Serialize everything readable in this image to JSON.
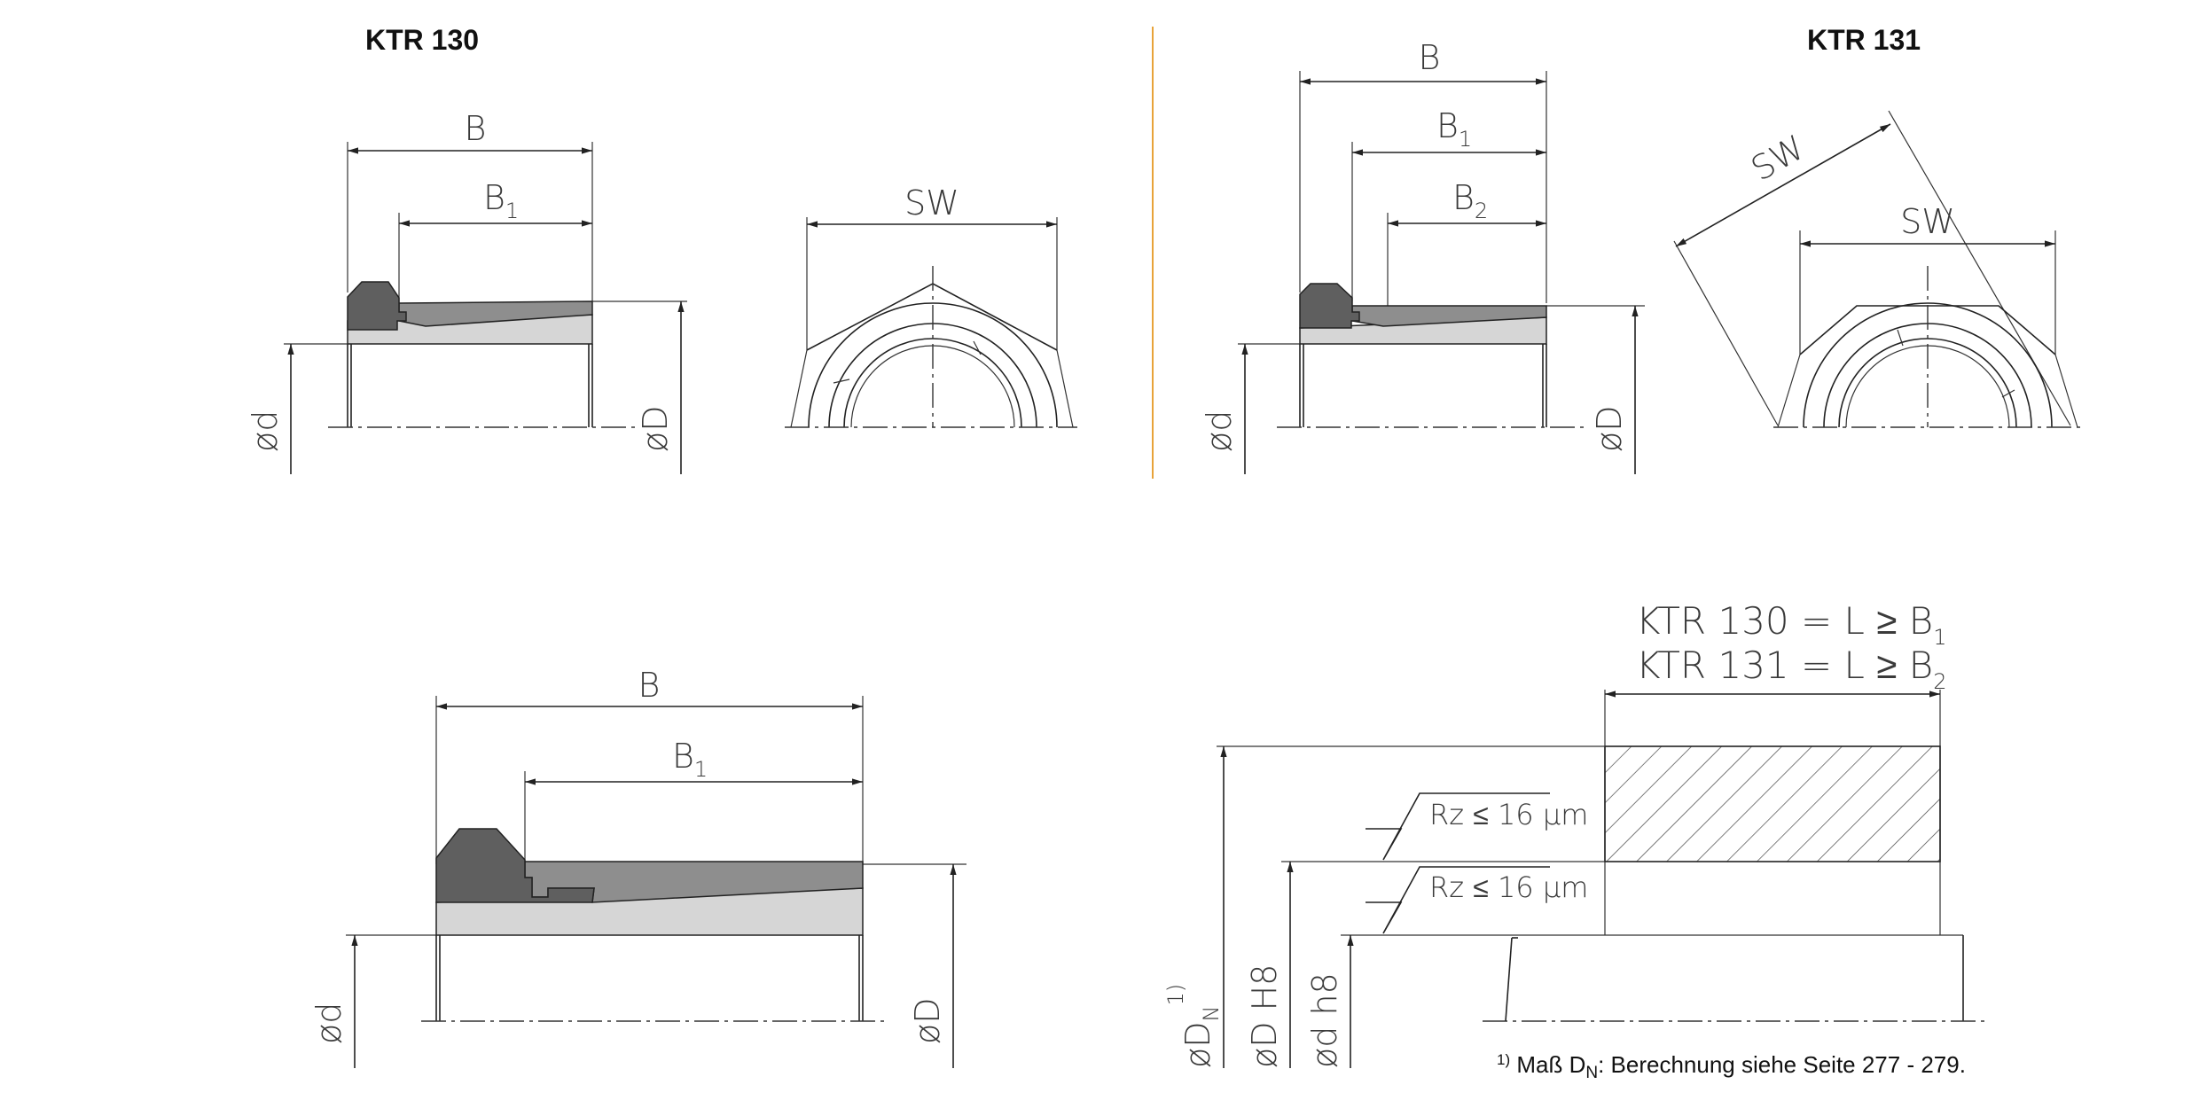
{
  "titles": {
    "left": "KTR 130",
    "right": "KTR 131"
  },
  "dims": {
    "B": "B",
    "B1_main": "B",
    "B1_sub": "1",
    "B2_main": "B",
    "B2_sub": "2",
    "SW": "SW",
    "d": "ød",
    "D": "øD",
    "DN_main": "øD",
    "DN_sub": "N",
    "DN_sup": "1)",
    "DH8": "øD H8",
    "dh8": "ød h8"
  },
  "install": {
    "line1_main": "KTR 130 = L ≥ B",
    "line1_sub": "1",
    "line2_main": "KTR 131 = L ≥ B",
    "line2_sub": "2",
    "rz1": "Rz ≤ 16 µm",
    "rz2": "Rz ≤ 16 µm"
  },
  "footnote": {
    "mark": "1)",
    "prefix": " Maß D",
    "sub": "N",
    "suffix": ": Berechnung siehe Seite 277 - 279."
  },
  "colors": {
    "ring_dark": "#5f5f5f",
    "ring_mid": "#8e8e8e",
    "ring_light": "#d6d6d6",
    "divider": "#e8a33a",
    "line": "#222222"
  }
}
